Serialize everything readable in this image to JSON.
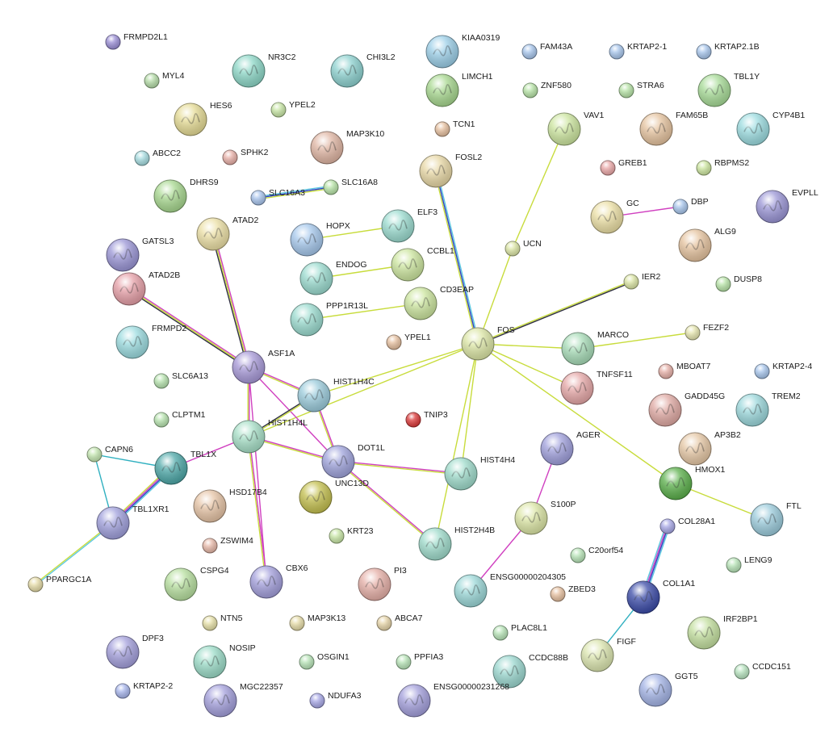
{
  "network": {
    "nodes": [
      {
        "id": "FRMPD2L1",
        "label": "FRMPD2L1",
        "color": "#9b8fd6",
        "size": "small"
      },
      {
        "id": "MYL4",
        "label": "MYL4",
        "color": "#b5dca8",
        "size": "small"
      },
      {
        "id": "NR3C2",
        "label": "NR3C2",
        "color": "#8ed8c8",
        "size": "large"
      },
      {
        "id": "CHI3L2",
        "label": "CHI3L2",
        "color": "#8ed2d0",
        "size": "large"
      },
      {
        "id": "HES6",
        "label": "HES6",
        "color": "#e6dc96",
        "size": "large"
      },
      {
        "id": "YPEL2",
        "label": "YPEL2",
        "color": "#c8e6a6",
        "size": "small"
      },
      {
        "id": "ABCC2",
        "label": "ABCC2",
        "color": "#a6dce0",
        "size": "small"
      },
      {
        "id": "SPHK2",
        "label": "SPHK2",
        "color": "#e8b0a8",
        "size": "small"
      },
      {
        "id": "MAP3K10",
        "label": "MAP3K10",
        "color": "#e0b6a4",
        "size": "large"
      },
      {
        "id": "DHRS9",
        "label": "DHRS9",
        "color": "#a8d890",
        "size": "large"
      },
      {
        "id": "SLC16A3",
        "label": "SLC16A3",
        "color": "#a8c4ec",
        "size": "small"
      },
      {
        "id": "SLC16A8",
        "label": "SLC16A8",
        "color": "#b8e4a8",
        "size": "small"
      },
      {
        "id": "KIAA0319",
        "label": "KIAA0319",
        "color": "#9ccfe8",
        "size": "large"
      },
      {
        "id": "LIMCH1",
        "label": "LIMCH1",
        "color": "#a8d890",
        "size": "large"
      },
      {
        "id": "TCN1",
        "label": "TCN1",
        "color": "#e6c0a0",
        "size": "small"
      },
      {
        "id": "FOSL2",
        "label": "FOSL2",
        "color": "#e8d8a6",
        "size": "large"
      },
      {
        "id": "FAM43A",
        "label": "FAM43A",
        "color": "#a8c6ec",
        "size": "small"
      },
      {
        "id": "ZNF580",
        "label": "ZNF580",
        "color": "#b8e4a8",
        "size": "small"
      },
      {
        "id": "KRTAP2-1",
        "label": "KRTAP2-1",
        "color": "#a8c6ec",
        "size": "small"
      },
      {
        "id": "STRA6",
        "label": "STRA6",
        "color": "#b8e4a8",
        "size": "small"
      },
      {
        "id": "KRTAP2.1B",
        "label": "KRTAP2.1B",
        "color": "#a8c6ec",
        "size": "small"
      },
      {
        "id": "TBL1Y",
        "label": "TBL1Y",
        "color": "#a8dc98",
        "size": "large"
      },
      {
        "id": "VAV1",
        "label": "VAV1",
        "color": "#cde6a0",
        "size": "large"
      },
      {
        "id": "FAM65B",
        "label": "FAM65B",
        "color": "#e6c4a0",
        "size": "large"
      },
      {
        "id": "CYP4B1",
        "label": "CYP4B1",
        "color": "#9cdce0",
        "size": "large"
      },
      {
        "id": "GREB1",
        "label": "GREB1",
        "color": "#eaa8a8",
        "size": "small"
      },
      {
        "id": "RBPMS2",
        "label": "RBPMS2",
        "color": "#cde6a0",
        "size": "small"
      },
      {
        "id": "GC",
        "label": "GC",
        "color": "#ece0a6",
        "size": "large"
      },
      {
        "id": "DBP",
        "label": "DBP",
        "color": "#a8c6ec",
        "size": "small"
      },
      {
        "id": "EVPLL",
        "label": "EVPLL",
        "color": "#9b96d6",
        "size": "large"
      },
      {
        "id": "ALG9",
        "label": "ALG9",
        "color": "#e6c4a0",
        "size": "large"
      },
      {
        "id": "DUSP8",
        "label": "DUSP8",
        "color": "#b8e4a8",
        "size": "small"
      },
      {
        "id": "ATAD2",
        "label": "ATAD2",
        "color": "#ece0a6",
        "size": "large"
      },
      {
        "id": "HOPX",
        "label": "HOPX",
        "color": "#a6c8ec",
        "size": "large"
      },
      {
        "id": "ELF3",
        "label": "ELF3",
        "color": "#9cdcd0",
        "size": "large"
      },
      {
        "id": "CCBL1",
        "label": "CCBL1",
        "color": "#cde6a0",
        "size": "large"
      },
      {
        "id": "ENDOG",
        "label": "ENDOG",
        "color": "#9cdcd0",
        "size": "large"
      },
      {
        "id": "UCN",
        "label": "UCN",
        "color": "#dce6a6",
        "size": "small"
      },
      {
        "id": "GATSL3",
        "label": "GATSL3",
        "color": "#9b96d6",
        "size": "large"
      },
      {
        "id": "ATAD2B",
        "label": "ATAD2B",
        "color": "#e6a0a8",
        "size": "large"
      },
      {
        "id": "CD3EAP",
        "label": "CD3EAP",
        "color": "#cde6a0",
        "size": "large"
      },
      {
        "id": "PPP1R13L",
        "label": "PPP1R13L",
        "color": "#9cdcd0",
        "size": "large"
      },
      {
        "id": "IER2",
        "label": "IER2",
        "color": "#dce6a6",
        "size": "small"
      },
      {
        "id": "FRMPD2",
        "label": "FRMPD2",
        "color": "#9cdce0",
        "size": "large"
      },
      {
        "id": "YPEL1",
        "label": "YPEL1",
        "color": "#e6c0a0",
        "size": "small"
      },
      {
        "id": "FOS",
        "label": "FOS",
        "color": "#dce6a6",
        "size": "large"
      },
      {
        "id": "FEZF2",
        "label": "FEZF2",
        "color": "#e6e6b0",
        "size": "small"
      },
      {
        "id": "MARCO",
        "label": "MARCO",
        "color": "#a8dcb8",
        "size": "large"
      },
      {
        "id": "KRTAP2-4",
        "label": "KRTAP2-4",
        "color": "#a8c6ec",
        "size": "small"
      },
      {
        "id": "ASF1A",
        "label": "ASF1A",
        "color": "#a89ad8",
        "size": "large"
      },
      {
        "id": "MBOAT7",
        "label": "MBOAT7",
        "color": "#e6b0a8",
        "size": "small"
      },
      {
        "id": "SLC6A13",
        "label": "SLC6A13",
        "color": "#b8e4b0",
        "size": "small"
      },
      {
        "id": "HIST1H4C",
        "label": "HIST1H4C",
        "color": "#9cccdc",
        "size": "large"
      },
      {
        "id": "TNFSF11",
        "label": "TNFSF11",
        "color": "#e6a8a8",
        "size": "large"
      },
      {
        "id": "GADD45G",
        "label": "GADD45G",
        "color": "#e0aaa4",
        "size": "large"
      },
      {
        "id": "TREM2",
        "label": "TREM2",
        "color": "#9cd8dc",
        "size": "large"
      },
      {
        "id": "CLPTM1",
        "label": "CLPTM1",
        "color": "#b8e4b0",
        "size": "small"
      },
      {
        "id": "TNIP3",
        "label": "TNIP3",
        "color": "#dc3a3a",
        "size": "small"
      },
      {
        "id": "HIST1H4L",
        "label": "HIST1H4L",
        "color": "#a8e0c8",
        "size": "large"
      },
      {
        "id": "DOT1L",
        "label": "DOT1L",
        "color": "#a0a4dc",
        "size": "large"
      },
      {
        "id": "AGER",
        "label": "AGER",
        "color": "#a0a0dc",
        "size": "large"
      },
      {
        "id": "AP3B2",
        "label": "AP3B2",
        "color": "#e6c8a6",
        "size": "large"
      },
      {
        "id": "CAPN6",
        "label": "CAPN6",
        "color": "#c4e6b0",
        "size": "small"
      },
      {
        "id": "TBL1X",
        "label": "TBL1X",
        "color": "#4ea8a8",
        "size": "large"
      },
      {
        "id": "HIST4H4",
        "label": "HIST4H4",
        "color": "#a0dccc",
        "size": "large"
      },
      {
        "id": "HMOX1",
        "label": "HMOX1",
        "color": "#5cb04c",
        "size": "large"
      },
      {
        "id": "UNC13D",
        "label": "UNC13D",
        "color": "#c4c050",
        "size": "large"
      },
      {
        "id": "HSD17B4",
        "label": "HSD17B4",
        "color": "#e6c4a6",
        "size": "large"
      },
      {
        "id": "TBL1XR1",
        "label": "TBL1XR1",
        "color": "#a0a0dc",
        "size": "large"
      },
      {
        "id": "S100P",
        "label": "S100P",
        "color": "#dce6a6",
        "size": "large"
      },
      {
        "id": "FTL",
        "label": "FTL",
        "color": "#9cccdc",
        "size": "large"
      },
      {
        "id": "COL28A1",
        "label": "COL28A1",
        "color": "#a8a8e6",
        "size": "small"
      },
      {
        "id": "ZSWIM4",
        "label": "ZSWIM4",
        "color": "#e6b8a8",
        "size": "small"
      },
      {
        "id": "KRT23",
        "label": "KRT23",
        "color": "#c8e6a6",
        "size": "small"
      },
      {
        "id": "HIST2H4B",
        "label": "HIST2H4B",
        "color": "#a0dccc",
        "size": "large"
      },
      {
        "id": "C20orf54",
        "label": "C20orf54",
        "color": "#b8e4b8",
        "size": "small"
      },
      {
        "id": "LENG9",
        "label": "LENG9",
        "color": "#b8e4b8",
        "size": "small"
      },
      {
        "id": "PPARGC1A",
        "label": "PPARGC1A",
        "color": "#e6dca8",
        "size": "small"
      },
      {
        "id": "CSPG4",
        "label": "CSPG4",
        "color": "#b8e0a0",
        "size": "large"
      },
      {
        "id": "CBX6",
        "label": "CBX6",
        "color": "#a4a0dc",
        "size": "large"
      },
      {
        "id": "PI3",
        "label": "PI3",
        "color": "#e6b0a8",
        "size": "large"
      },
      {
        "id": "ENSG00000204305",
        "label": "ENSG00000204305",
        "color": "#9cd8d8",
        "size": "large"
      },
      {
        "id": "COL1A1",
        "label": "COL1A1",
        "color": "#3c4ca8",
        "size": "large"
      },
      {
        "id": "ZBED3",
        "label": "ZBED3",
        "color": "#e6c0a0",
        "size": "small"
      },
      {
        "id": "NTN5",
        "label": "NTN5",
        "color": "#e6e0a8",
        "size": "small"
      },
      {
        "id": "MAP3K13",
        "label": "MAP3K13",
        "color": "#e6dca8",
        "size": "small"
      },
      {
        "id": "ABCA7",
        "label": "ABCA7",
        "color": "#e6d4a8",
        "size": "small"
      },
      {
        "id": "IRF2BP1",
        "label": "IRF2BP1",
        "color": "#c4e0a0",
        "size": "large"
      },
      {
        "id": "DPF3",
        "label": "DPF3",
        "color": "#a4a0dc",
        "size": "large"
      },
      {
        "id": "NOSIP",
        "label": "NOSIP",
        "color": "#9cdcc8",
        "size": "large"
      },
      {
        "id": "OSGIN1",
        "label": "OSGIN1",
        "color": "#b8e4b8",
        "size": "small"
      },
      {
        "id": "PPFIA3",
        "label": "PPFIA3",
        "color": "#b8e4b8",
        "size": "small"
      },
      {
        "id": "PLAC8L1",
        "label": "PLAC8L1",
        "color": "#b8e4b8",
        "size": "small"
      },
      {
        "id": "CCDC88B",
        "label": "CCDC88B",
        "color": "#9cd8d0",
        "size": "large"
      },
      {
        "id": "FIGF",
        "label": "FIGF",
        "color": "#dce6b0",
        "size": "large"
      },
      {
        "id": "CCDC151",
        "label": "CCDC151",
        "color": "#b8e4c0",
        "size": "small"
      },
      {
        "id": "KRTAP2-2",
        "label": "KRTAP2-2",
        "color": "#a8b6ec",
        "size": "small"
      },
      {
        "id": "MGC22357",
        "label": "MGC22357",
        "color": "#a4a0dc",
        "size": "large"
      },
      {
        "id": "NDUFA3",
        "label": "NDUFA3",
        "color": "#a8a8e6",
        "size": "small"
      },
      {
        "id": "ENSG00000231268",
        "label": "ENSG00000231268",
        "color": "#a4a0dc",
        "size": "large"
      },
      {
        "id": "GGT5",
        "label": "GGT5",
        "color": "#a4b4e6",
        "size": "large"
      }
    ],
    "edges": [
      {
        "source": "SLC16A3",
        "target": "SLC16A8",
        "colors": [
          "#5cc8e0",
          "#3040c0",
          "#c8dc3c"
        ]
      },
      {
        "source": "HOPX",
        "target": "ELF3",
        "colors": [
          "#c8dc3c"
        ]
      },
      {
        "source": "ENDOG",
        "target": "CCBL1",
        "colors": [
          "#c8dc3c"
        ]
      },
      {
        "source": "PPP1R13L",
        "target": "CD3EAP",
        "colors": [
          "#c8dc3c"
        ]
      },
      {
        "source": "GC",
        "target": "DBP",
        "colors": [
          "#d040c0"
        ]
      },
      {
        "source": "FOSL2",
        "target": "FOS",
        "colors": [
          "#5cc8e0",
          "#3040c0",
          "#c8dc3c"
        ]
      },
      {
        "source": "VAV1",
        "target": "UCN",
        "colors": [
          "#c8dc3c"
        ]
      },
      {
        "source": "UCN",
        "target": "FOS",
        "colors": [
          "#c8dc3c"
        ]
      },
      {
        "source": "IER2",
        "target": "FOS",
        "colors": [
          "#303040",
          "#c8dc3c"
        ]
      },
      {
        "source": "MARCO",
        "target": "FEZF2",
        "colors": [
          "#c8dc3c"
        ]
      },
      {
        "source": "FOS",
        "target": "MARCO",
        "colors": [
          "#c8dc3c"
        ]
      },
      {
        "source": "FOS",
        "target": "TNFSF11",
        "colors": [
          "#c8dc3c"
        ]
      },
      {
        "source": "FOS",
        "target": "HMOX1",
        "colors": [
          "#c8dc3c"
        ]
      },
      {
        "source": "HMOX1",
        "target": "FTL",
        "colors": [
          "#c8dc3c"
        ]
      },
      {
        "source": "FOS",
        "target": "HIST1H4C",
        "colors": [
          "#c8dc3c"
        ]
      },
      {
        "source": "FOS",
        "target": "HIST1H4L",
        "colors": [
          "#c8dc3c"
        ]
      },
      {
        "source": "FOS",
        "target": "HIST4H4",
        "colors": [
          "#c8dc3c"
        ]
      },
      {
        "source": "FOS",
        "target": "HIST2H4B",
        "colors": [
          "#c8dc3c"
        ]
      },
      {
        "source": "ATAD2",
        "target": "ASF1A",
        "colors": [
          "#d040c0",
          "#c8dc3c",
          "#303040"
        ]
      },
      {
        "source": "ATAD2B",
        "target": "ASF1A",
        "colors": [
          "#d040c0",
          "#c8dc3c",
          "#303040"
        ]
      },
      {
        "source": "ASF1A",
        "target": "HIST1H4C",
        "colors": [
          "#d040c0",
          "#c8dc3c"
        ]
      },
      {
        "source": "ASF1A",
        "target": "HIST1H4L",
        "colors": [
          "#d040c0",
          "#c8dc3c"
        ]
      },
      {
        "source": "ASF1A",
        "target": "DOT1L",
        "colors": [
          "#d040c0"
        ]
      },
      {
        "source": "ASF1A",
        "target": "CBX6",
        "colors": [
          "#d040c0"
        ]
      },
      {
        "source": "HIST1H4C",
        "target": "HIST1H4L",
        "colors": [
          "#c8dc3c",
          "#303040"
        ]
      },
      {
        "source": "HIST1H4C",
        "target": "DOT1L",
        "colors": [
          "#d040c0",
          "#c8dc3c"
        ]
      },
      {
        "source": "HIST1H4L",
        "target": "DOT1L",
        "colors": [
          "#d040c0",
          "#c8dc3c"
        ]
      },
      {
        "source": "HIST1H4L",
        "target": "TBL1X",
        "colors": [
          "#d040c0"
        ]
      },
      {
        "source": "HIST1H4L",
        "target": "CBX6",
        "colors": [
          "#d040c0",
          "#c8dc3c"
        ]
      },
      {
        "source": "DOT1L",
        "target": "HIST4H4",
        "colors": [
          "#d040c0",
          "#c8dc3c"
        ]
      },
      {
        "source": "DOT1L",
        "target": "HIST2H4B",
        "colors": [
          "#d040c0",
          "#c8dc3c"
        ]
      },
      {
        "source": "TBL1X",
        "target": "TBL1XR1",
        "colors": [
          "#5cc8e0",
          "#3040c0",
          "#d040c0",
          "#c8dc3c"
        ]
      },
      {
        "source": "TBL1X",
        "target": "CAPN6",
        "colors": [
          "#30b0c0"
        ]
      },
      {
        "source": "CAPN6",
        "target": "TBL1XR1",
        "colors": [
          "#30b0c0"
        ]
      },
      {
        "source": "TBL1XR1",
        "target": "PPARGC1A",
        "colors": [
          "#5cc8e0",
          "#c8dc3c"
        ]
      },
      {
        "source": "AGER",
        "target": "S100P",
        "colors": [
          "#d040c0"
        ]
      },
      {
        "source": "S100P",
        "target": "ENSG00000204305",
        "colors": [
          "#d040c0"
        ]
      },
      {
        "source": "COL28A1",
        "target": "COL1A1",
        "colors": [
          "#5cc8e0",
          "#3040c0",
          "#d040c0",
          "#5cc8e0"
        ]
      },
      {
        "source": "COL1A1",
        "target": "FIGF",
        "colors": [
          "#30b0c0"
        ]
      }
    ]
  }
}
